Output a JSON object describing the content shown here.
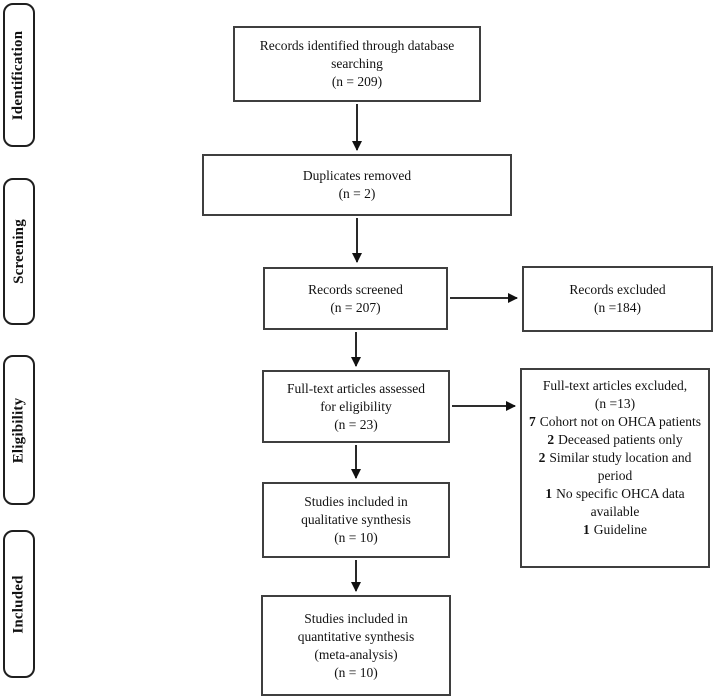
{
  "colors": {
    "box-border": "#3f3f3f",
    "stage-border": "#1f1f1f",
    "arrow": "#111111",
    "text": "#111111",
    "bg": "#ffffff"
  },
  "stages": [
    {
      "label": "Identification"
    },
    {
      "label": "Screening"
    },
    {
      "label": "Eligibility"
    },
    {
      "label": "Included"
    }
  ],
  "boxes": {
    "identified": {
      "label": "Records identified through database\nsearching\n(n = 209)"
    },
    "duplicates": {
      "label": "Duplicates removed\n(n = 2)"
    },
    "screened": {
      "label": "Records screened\n(n = 207)"
    },
    "records_excluded": {
      "label": "Records excluded\n(n =184)"
    },
    "fulltext_assessed": {
      "label": "Full-text articles assessed\nfor eligibility\n(n = 23)"
    },
    "fulltext_excluded": {
      "header": "Full-text articles excluded,\n(n =13)",
      "reasons": [
        {
          "n": "7",
          "text": "Cohort not on OHCA patients"
        },
        {
          "n": "2",
          "text": "Deceased patients only"
        },
        {
          "n": "2",
          "text": "Similar study location and period"
        },
        {
          "n": "1",
          "text": "No specific OHCA data available"
        },
        {
          "n": "1",
          "text": "Guideline"
        }
      ]
    },
    "qualitative": {
      "label": "Studies included in\nqualitative synthesis\n(n = 10)"
    },
    "quantitative": {
      "label": "Studies included in\nquantitative synthesis\n(meta-analysis)\n(n = 10)"
    }
  }
}
